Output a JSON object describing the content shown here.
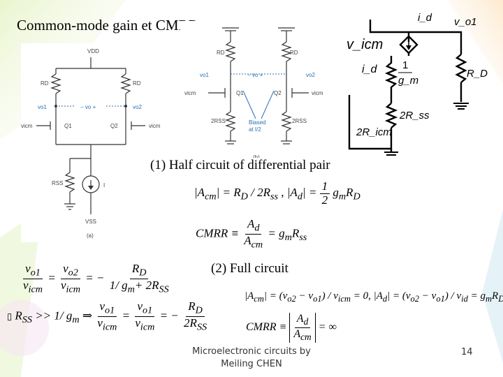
{
  "slide": {
    "title": "Common-mode gain et CMRR",
    "section_half": "(1) Half circuit of differential pair",
    "section_full": "(2) Full circuit",
    "footer_line1": "Microelectronic circuits by",
    "footer_line2": "Meiling CHEN",
    "page_number": "14"
  },
  "figure_a": {
    "label": "(a)",
    "vdd": "VDD",
    "vss": "VSS",
    "rd_left": "RD",
    "rd_right": "RD",
    "rss": "RSS",
    "q1": "Q1",
    "q2": "Q2",
    "vicm_left": "vicm",
    "vicm_right": "vicm",
    "vo1": "vo1",
    "vo2": "vo2",
    "vo": "− vo +",
    "current": "I"
  },
  "figure_b": {
    "label": "(b)",
    "rd_left": "RD",
    "rd_right": "RD",
    "rss_left": "2RSS",
    "rss_right": "2RSS",
    "q1": "Q1",
    "q2": "Q2",
    "vo1": "vo1",
    "vo2": "vo2",
    "vicm_left": "vicm",
    "vicm_right": "vicm",
    "vo_mid": "− vo +",
    "biased": "Biased",
    "biased2": "at I/2"
  },
  "small_signal": {
    "id_top": "i_d",
    "vo1": "v_o1",
    "vicm": "v_icm",
    "id_mid": "i_d",
    "one": "1",
    "gm": "g_m",
    "rd": "R_D",
    "two_rss": "2R_ss",
    "two_ricm": "2R_icm"
  },
  "equations": {
    "half_acm_lhs": "|A",
    "half_acm_sub": "cm",
    "half_acm_rhs": "= R",
    "half_acm_rhs_sub": "D",
    "half_acm_rhs2": "/ 2R",
    "half_acm_rhs2_sub": "ss",
    "half_ad_lhs": ", |A",
    "half_ad_sub": "d",
    "half_ad_eq": "=",
    "half_ad_num": "1",
    "half_ad_den": "2",
    "half_ad_tail": "g",
    "half_ad_tail_sub": "m",
    "half_ad_tail2": "R",
    "half_ad_tail2_sub": "D",
    "cmrr_lhs": "CMRR ≡",
    "cmrr_num": "A",
    "cmrr_num_sub": "d",
    "cmrr_den": "A",
    "cmrr_den_sub": "cm",
    "cmrr_rhs": "= g",
    "cmrr_rhs_sub": "m",
    "cmrr_rhs2": "R",
    "cmrr_rhs2_sub": "ss",
    "left1_num": "v",
    "left1_num_sub": "o1",
    "left1_den": "v",
    "left1_den_sub": "icm",
    "left1_eq": "=",
    "left1_num2": "v",
    "left1_num2_sub": "o2",
    "left1_den2": "v",
    "left1_den2_sub": "icm",
    "left1_eq2": "= −",
    "left1_num3": "R",
    "left1_num3_sub": "D",
    "left1_den3": "1/ g",
    "left1_den3_sub": "m",
    "left1_den3_tail": "+ 2R",
    "left1_den3_tail_sub": "SS",
    "left2_bullet": "▯",
    "left2_cond": "R",
    "left2_cond_sub": "SS",
    "left2_cond2": ">> 1/ g",
    "left2_cond2_sub": "m",
    "left2_arrow": "⇒",
    "left2_num": "v",
    "left2_num_sub": "o1",
    "left2_den": "v",
    "left2_den_sub": "icm",
    "left2_eq": "=",
    "left2_num2": "v",
    "left2_num2_sub": "o1",
    "left2_den2": "v",
    "left2_den2_sub": "icm",
    "left2_eq2": "= −",
    "left2_num3": "R",
    "left2_num3_sub": "D",
    "left2_den3": "2R",
    "left2_den3_sub": "SS",
    "full_acm": "|A",
    "full_acm_sub": "cm",
    "full_acm_rhs": "| = (v",
    "full_acm_rhs_sub": "o2",
    "full_acm_rhs2": "− v",
    "full_acm_rhs2_sub": "o1",
    "full_acm_rhs3": ") / v",
    "full_acm_rhs3_sub": "icm",
    "full_acm_rhs4": "= 0, |A",
    "full_acm_rhs4_sub": "d",
    "full_ad_rhs": "| = (v",
    "full_ad_rhs_sub": "o2",
    "full_ad_rhs2": "− v",
    "full_ad_rhs2_sub": "o1",
    "full_ad_rhs3": ") / v",
    "full_ad_rhs3_sub": "id",
    "full_ad_rhs4": "= g",
    "full_ad_rhs4_sub": "m",
    "full_ad_rhs5": "R",
    "full_ad_rhs5_sub": "D",
    "full_cmrr_lhs": "CMRR ≡",
    "full_cmrr_num": "A",
    "full_cmrr_num_sub": "d",
    "full_cmrr_den": "A",
    "full_cmrr_den_sub": "cm",
    "full_cmrr_rhs": "= ∞"
  }
}
